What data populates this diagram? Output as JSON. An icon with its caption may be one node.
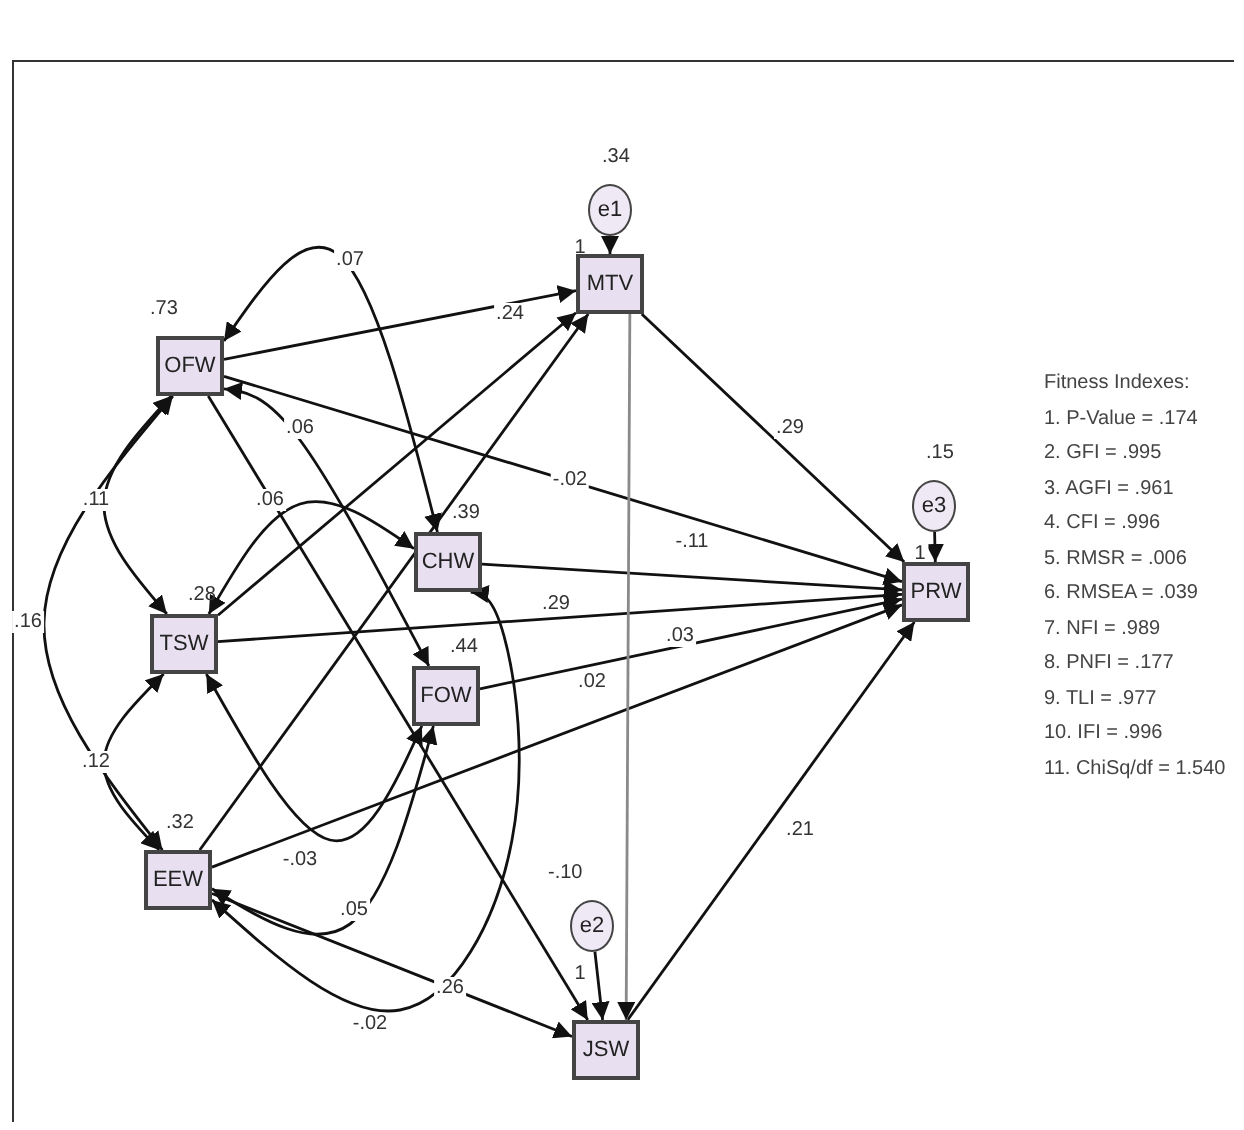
{
  "diagram": {
    "nodes": [
      {
        "text": [
          "OFW"
        ],
        "beside": [
          ".73"
        ]
      },
      {
        "text": [
          "TSW"
        ],
        "beside": [
          ".28"
        ]
      },
      {
        "text": [
          "EEW"
        ],
        "beside": [
          ".32"
        ]
      },
      {
        "text": [
          "MTV"
        ]
      },
      {
        "text": [
          "CHW"
        ],
        "beside": [
          ".39"
        ]
      },
      {
        "text": [
          "FOW"
        ],
        "beside": [
          ".44"
        ]
      },
      {
        "text": [
          "JSW"
        ]
      },
      {
        "text": [
          "PRW"
        ]
      },
      {
        "text": [
          "e1"
        ],
        "beside": [
          ".34"
        ]
      },
      {
        "text": [
          "e2"
        ],
        "beside": [
          "-.10"
        ]
      },
      {
        "text": [
          "e3"
        ],
        "beside": [
          ".15"
        ]
      }
    ],
    "edges": [
      {
        "from": 0,
        "to": 1,
        "arrow": "both",
        "label": ".11"
      },
      {
        "from": 1,
        "to": 2,
        "arrow": "both",
        "label": ".12"
      },
      {
        "from": 0,
        "to": 2,
        "arrow": "both",
        "label": ".16"
      },
      {
        "from": 0,
        "to": 4,
        "arrow": "both",
        "label": ".07"
      },
      {
        "from": 0,
        "to": 5,
        "arrow": "both",
        "label": ".06"
      },
      {
        "from": 1,
        "to": 4,
        "arrow": "both",
        "label": ".06"
      },
      {
        "from": 1,
        "to": 5,
        "arrow": "both",
        "label": "-.03"
      },
      {
        "from": 2,
        "to": 4,
        "arrow": "both",
        "label": "-.02"
      },
      {
        "from": 2,
        "to": 5,
        "arrow": "both",
        "label": ".05"
      },
      {
        "from": 0,
        "to": 3,
        "arrow": "to",
        "label": ".24"
      },
      {
        "from": 1,
        "to": 3,
        "arrow": "to"
      },
      {
        "from": 2,
        "to": 3,
        "arrow": "to"
      },
      {
        "from": 0,
        "to": 7,
        "arrow": "to",
        "label": "-.02"
      },
      {
        "from": 4,
        "to": 7,
        "arrow": "to",
        "label": "-.11"
      },
      {
        "from": 1,
        "to": 7,
        "arrow": "to",
        "label": ".29"
      },
      {
        "from": 5,
        "to": 7,
        "arrow": "to",
        "label": ".03"
      },
      {
        "from": 2,
        "to": 7,
        "arrow": "to",
        "label": ".02"
      },
      {
        "from": 3,
        "to": 7,
        "arrow": "to",
        "label": ".29"
      },
      {
        "from": 6,
        "to": 7,
        "arrow": "to",
        "label": ".21"
      },
      {
        "from": 0,
        "to": 6,
        "arrow": "to"
      },
      {
        "from": 2,
        "to": 6,
        "arrow": "to",
        "label": ".26"
      },
      {
        "from": 3,
        "to": 6,
        "arrow": "to",
        "color": "#8a8a8a"
      },
      {
        "from": 8,
        "to": 3,
        "arrow": "to",
        "label": "1"
      },
      {
        "from": 9,
        "to": 6,
        "arrow": "to",
        "label": "1"
      },
      {
        "from": 10,
        "to": 7,
        "arrow": "to",
        "label": "1"
      }
    ],
    "labels": [
      "Fitness Indexes:",
      "1. P-Value = .174",
      "2. GFI = .995",
      "3. AGFI = .961",
      "4. CFI = .996",
      "5. RMSR = .006",
      "6. RMSEA = .039",
      "7. NFI = .989",
      "8. PNFI = .177",
      "9. TLI = .977",
      "10. IFI = .996",
      "11. ChiSq/df = 1.540"
    ]
  }
}
